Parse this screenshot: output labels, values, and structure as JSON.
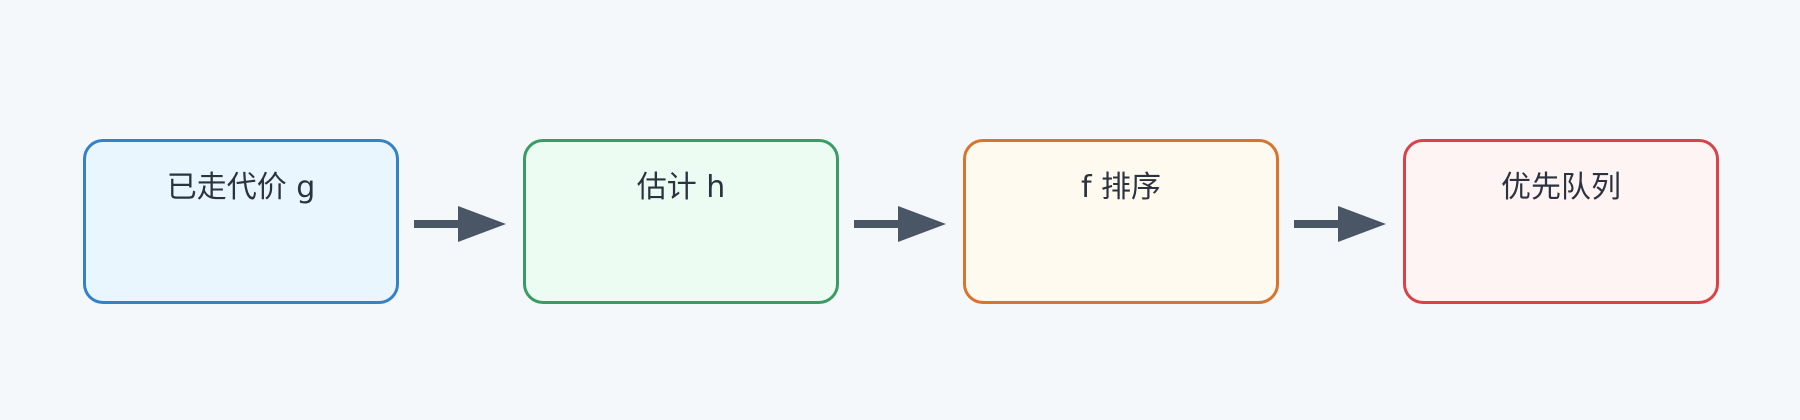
{
  "nodes": [
    {
      "label": "已走代价 g",
      "border_color": "#3482c6",
      "fill_color": "#eaf6fd"
    },
    {
      "label": "估计 h",
      "border_color": "#3a9b64",
      "fill_color": "#ecfcf3"
    },
    {
      "label": "f 排序",
      "border_color": "#d8742c",
      "fill_color": "#fffaef"
    },
    {
      "label": "优先队列",
      "border_color": "#d8434a",
      "fill_color": "#fff4f4"
    }
  ],
  "arrow_color": "#4a5566"
}
